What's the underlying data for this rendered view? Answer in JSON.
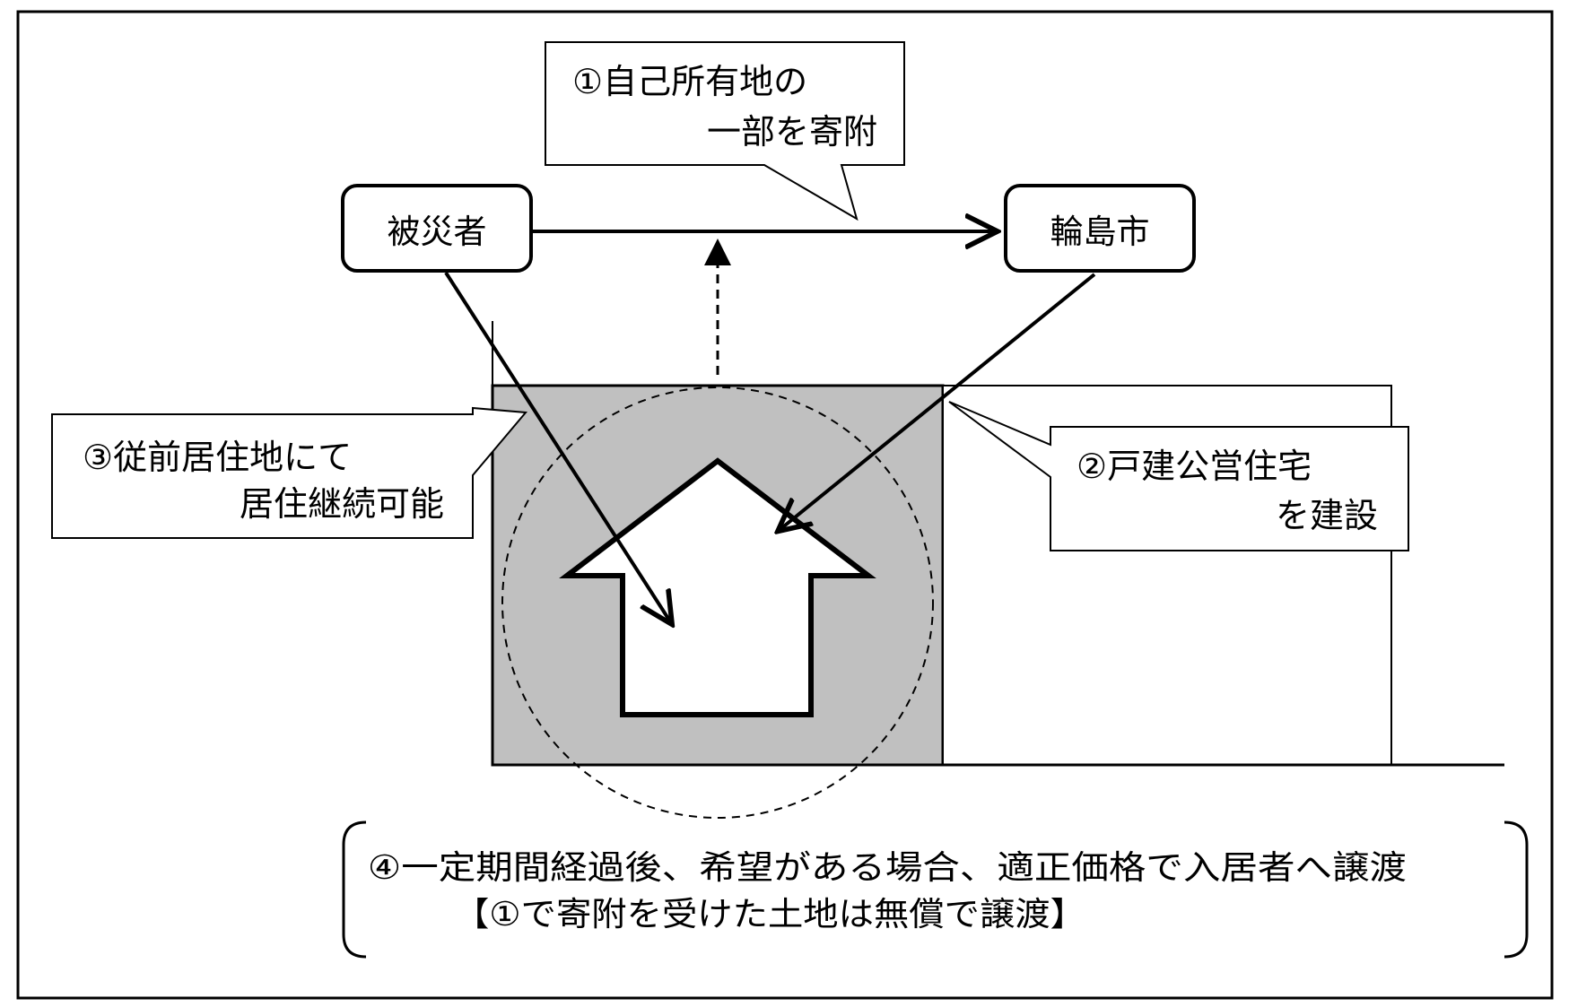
{
  "nodes": {
    "victim": {
      "label": "被災者"
    },
    "city": {
      "label": "輪島市"
    }
  },
  "callouts": {
    "donation": {
      "line1": "①自己所有地の",
      "line2": "一部を寄附"
    },
    "continue": {
      "line1": "③従前居住地にて",
      "line2": "居住継続可能"
    },
    "build": {
      "line1": "②戸建公営住宅",
      "line2": "を建設"
    }
  },
  "note": {
    "line1": "④一定期間経過後、希望がある場合、適正価格で入居者へ譲渡",
    "line2": "【①で寄附を受けた土地は無償で譲渡】"
  },
  "colors": {
    "stroke": "#000000",
    "donated_land": "#c0c0c0",
    "background": "#ffffff"
  }
}
